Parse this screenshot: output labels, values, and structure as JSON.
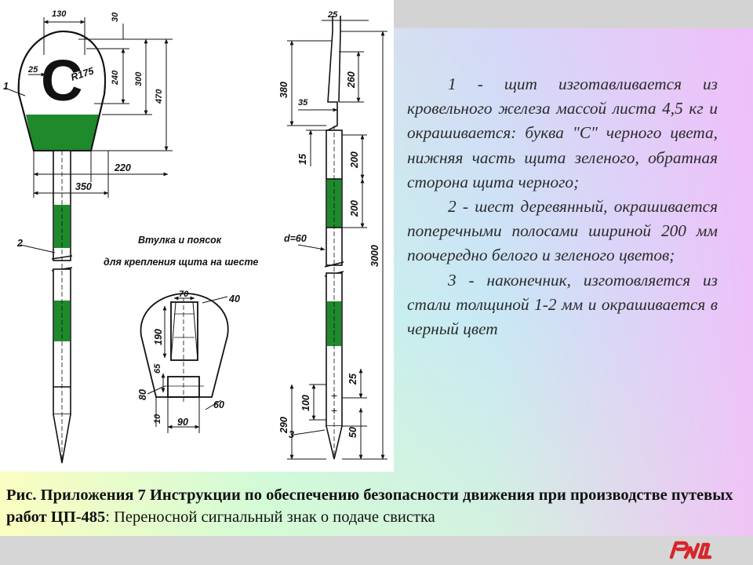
{
  "colors": {
    "accent_green": "#1f8a2c",
    "logo_red": "#d7262b",
    "text": "#2b2b2b"
  },
  "drawing": {
    "letter": "С",
    "sign_label": "R175",
    "part_labels": [
      "1",
      "2",
      "3"
    ],
    "annotation_line1": "Втулка и поясок",
    "annotation_line2": "для крепления щита на шесте",
    "diameter_label": "d=60",
    "dims": {
      "d130": "130",
      "d30": "30",
      "d25a": "25",
      "d240": "240",
      "d300": "300",
      "d470": "470",
      "d220": "220",
      "d350": "350",
      "d25b": "25",
      "d380": "380",
      "d260": "260",
      "d35": "35",
      "d15": "15",
      "d200a": "200",
      "d200b": "200",
      "d3000": "3000",
      "d25c": "25",
      "d100": "100",
      "d290": "290",
      "d50": "50",
      "d70": "70",
      "d40": "40",
      "d190": "190",
      "d65": "65",
      "d80": "80",
      "d60": "60",
      "d10": "10",
      "d90": "90"
    }
  },
  "description": [
    "1 - щит изготавливается из кровельного железа массой листа 4,5 кг и окрашивается: буква \"С\" черного цвета, нижняя часть щита зеленого, обратная сторона щита черного;",
    "2 - шест деревянный, окрашивается поперечными полосами шириной 200 мм поочередно белого и зеленого цветов;",
    "3 - наконечник, изготовляется из стали толщиной 1-2 мм и окрашивается в черный цвет"
  ],
  "caption": {
    "bold_part": "Рис. Приложения 7  Инструкции по обеспечению безопасности движения при производстве путевых работ ЦП-485",
    "normal_part": ": Переносной сигнальный знак о подаче свистка"
  },
  "logo": {
    "icon": "rzd-logo"
  }
}
